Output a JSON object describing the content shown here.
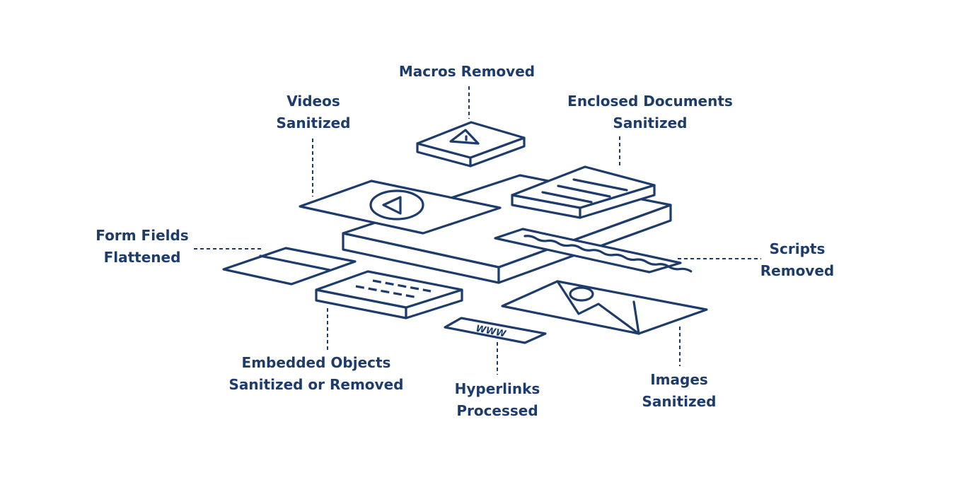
{
  "labels": {
    "macros": [
      "Macros Removed"
    ],
    "videos": [
      "Videos",
      "Sanitized"
    ],
    "enclosed": [
      "Enclosed Documents",
      "Sanitized"
    ],
    "form_fields": [
      "Form Fields",
      "Flattened"
    ],
    "scripts": [
      "Scripts",
      "Removed"
    ],
    "embedded": [
      "Embedded Objects",
      "Sanitized or Removed"
    ],
    "hyperlinks": [
      "Hyperlinks",
      "Processed"
    ],
    "images": [
      "Images",
      "Sanitized"
    ]
  },
  "hyperlink_badge": "WWW",
  "colors": {
    "ink": "#1d3c6c",
    "background": "#ffffff"
  }
}
